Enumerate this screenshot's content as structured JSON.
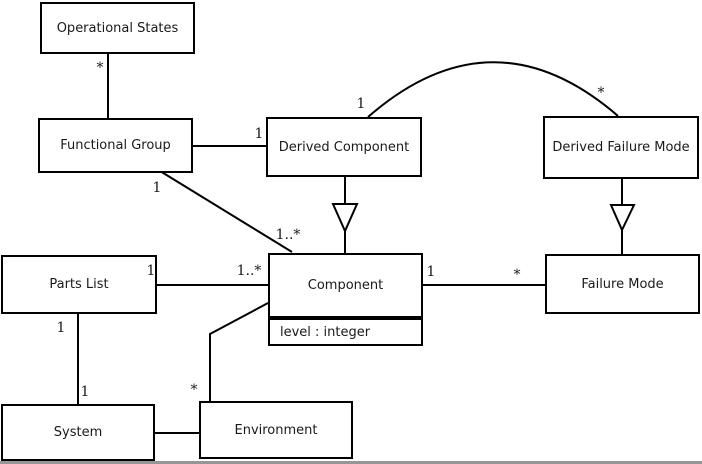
{
  "classes": {
    "operational_states": {
      "name": "Operational States"
    },
    "functional_group": {
      "name": "Functional Group"
    },
    "derived_component": {
      "name": "Derived Component"
    },
    "derived_failure_mode": {
      "name": "Derived Failure Mode"
    },
    "component": {
      "name": "Component",
      "attribute": "level : integer"
    },
    "failure_mode": {
      "name": "Failure Mode"
    },
    "parts_list": {
      "name": "Parts List"
    },
    "system": {
      "name": "System"
    },
    "environment": {
      "name": "Environment"
    }
  },
  "labels": {
    "operational_states_mult": "*",
    "derived_component_near_mult": "1",
    "functional_group_comp_src_mult": "1",
    "functional_group_comp_dst_mult": "1..*",
    "arc_derived_component_mult": "1",
    "arc_derived_failure_mult": "*",
    "parts_list_corner_mult": "1",
    "parts_list_comp_dst_mult": "1..*",
    "component_failure_src_mult": "1",
    "component_failure_dst_mult": "*",
    "parts_list_system_src_mult": "1",
    "parts_list_system_dst_mult": "1",
    "environment_comp_mult": "*"
  },
  "relationships": [
    {
      "from": "Operational States",
      "to": "Functional Group",
      "from_mult": "*",
      "type": "association"
    },
    {
      "from": "Functional Group",
      "to": "Derived Component",
      "to_mult": "1",
      "type": "association"
    },
    {
      "from": "Functional Group",
      "to": "Component",
      "from_mult": "1",
      "to_mult": "1..*",
      "type": "association"
    },
    {
      "from": "Derived Component",
      "to": "Derived Failure Mode",
      "from_mult": "1",
      "to_mult": "*",
      "type": "association"
    },
    {
      "from": "Derived Component",
      "to": "Component",
      "type": "generalization"
    },
    {
      "from": "Derived Failure Mode",
      "to": "Failure Mode",
      "type": "generalization"
    },
    {
      "from": "Parts List",
      "to": "Component",
      "from_mult": "1",
      "to_mult": "1..*",
      "type": "association"
    },
    {
      "from": "Component",
      "to": "Failure Mode",
      "from_mult": "1",
      "to_mult": "*",
      "type": "association"
    },
    {
      "from": "Parts List",
      "to": "System",
      "from_mult": "1",
      "to_mult": "1",
      "type": "association"
    },
    {
      "from": "System",
      "to": "Environment",
      "type": "association"
    },
    {
      "from": "Environment",
      "to": "Component",
      "from_mult": "*",
      "type": "association"
    }
  ],
  "colors": {
    "line": "#000000",
    "text": "#1a1a1a",
    "background": "#ffffff",
    "bottom_strip": "#969696"
  }
}
